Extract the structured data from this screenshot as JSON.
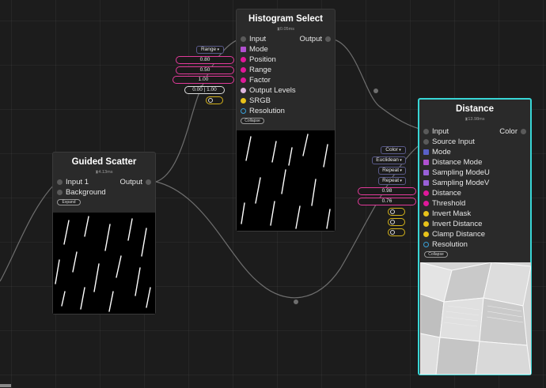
{
  "nodes": {
    "guided_scatter": {
      "title": "Guided Scatter",
      "time": "⧗4.13ms",
      "inputs": [
        "Input 1",
        "Background"
      ],
      "output": "Output",
      "expand_label": "Expand"
    },
    "histogram_select": {
      "title": "Histogram Select",
      "time": "⧗0.05ms",
      "inputs": [
        "Input",
        "Mode",
        "Position",
        "Range",
        "Factor",
        "Output Levels",
        "SRGB",
        "Resolution"
      ],
      "output": "Output",
      "mode_value": "Range",
      "position_value": "0.80",
      "range_value": "0.50",
      "factor_value": "1.00",
      "output_levels_value": "0.00 | 1.00",
      "collapse_label": "Collapse"
    },
    "distance": {
      "title": "Distance",
      "time": "⧗13.98ms",
      "inputs": [
        "Input",
        "Source Input",
        "Mode",
        "Distance Mode",
        "Sampling ModeU",
        "Sampling ModeV",
        "Distance",
        "Threshold",
        "Invert Mask",
        "Invert Distance",
        "Clamp Distance",
        "Resolution"
      ],
      "output": "Color",
      "mode_value": "Color",
      "distance_mode_value": "Euclidean",
      "sampling_u_value": "Repeat",
      "sampling_v_value": "Repeat",
      "distance_value": "0.98",
      "threshold_value": "0.76",
      "collapse_label": "Collapse"
    }
  },
  "colors": {
    "accent_selected": "#38d6d6",
    "float_port": "#e0189a",
    "enum_port": "#b050d0",
    "bool_port": "#e8c21a",
    "texture_port": "#5a5a5a",
    "resolution_port": "#3aa0d8",
    "levels_port": "#e0b8e0"
  }
}
